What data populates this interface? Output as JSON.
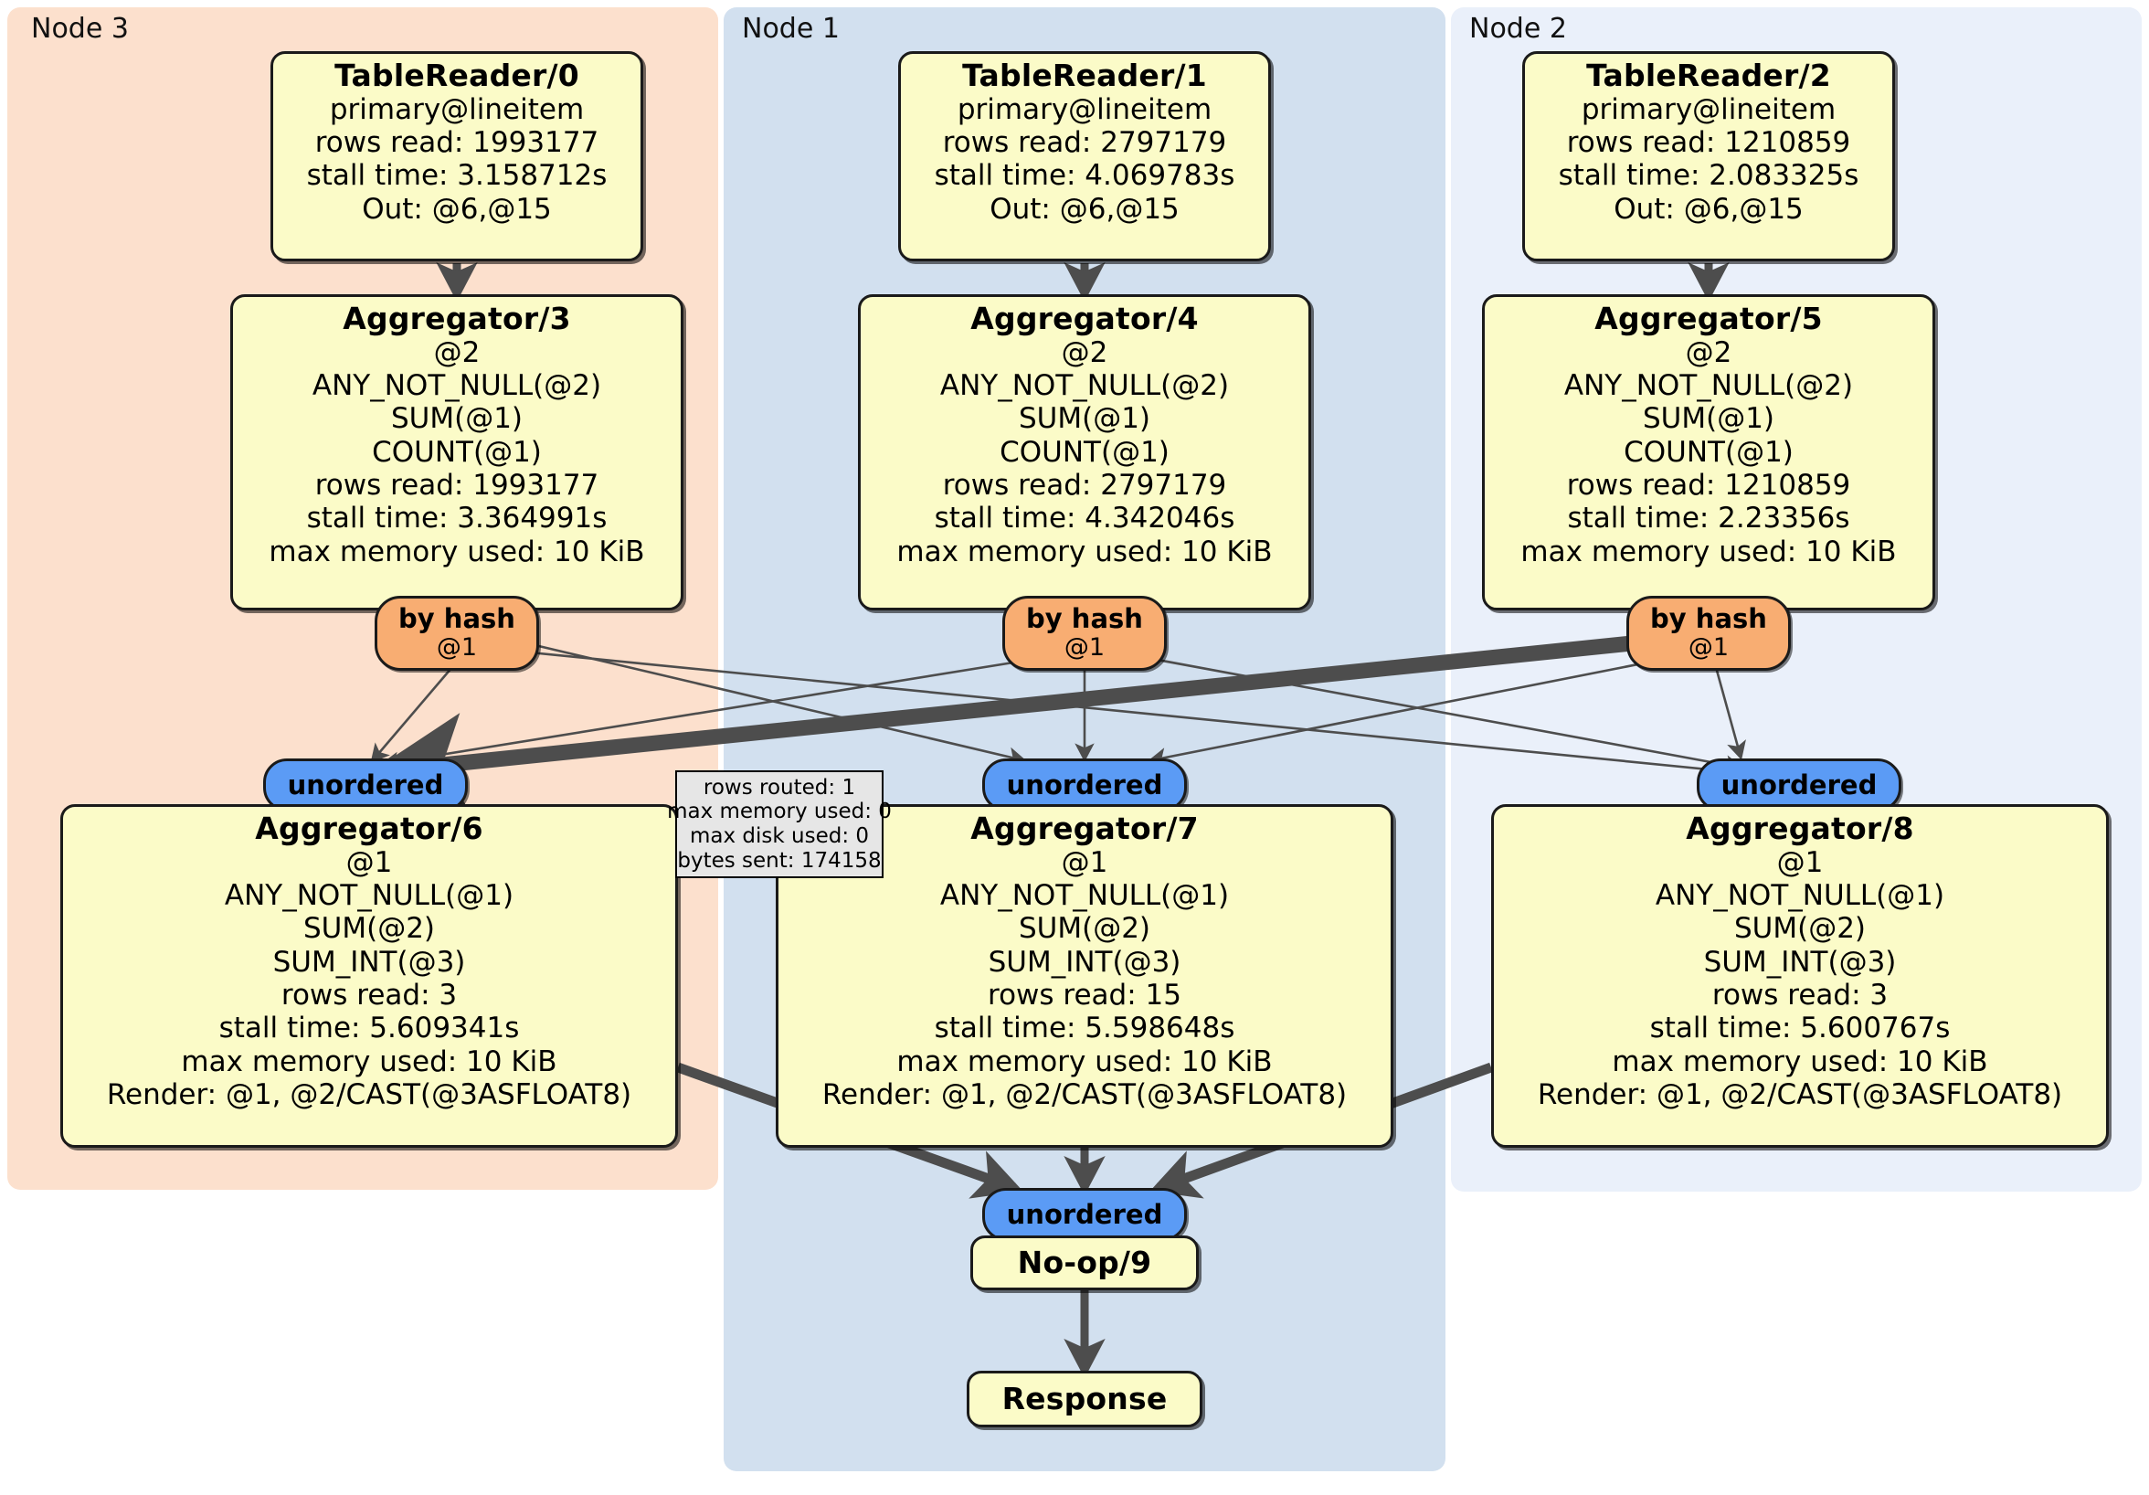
{
  "diagram": {
    "type": "query-execution-plan-graph",
    "clusters": [
      {
        "id": "node3",
        "label": "Node 3",
        "color": "#fce0cd"
      },
      {
        "id": "node1",
        "label": "Node 1",
        "color": "#d2e0ef"
      },
      {
        "id": "node2",
        "label": "Node 2",
        "color": "#eaf0fa"
      }
    ],
    "colors": {
      "processor_fill": "#fbfbc8",
      "router_fill": "#f8ad72",
      "stream_fill": "#5b9bf5",
      "tooltip_fill": "#e6e6e6",
      "edge": "#4d4d4d",
      "border": "#1a1a1a"
    },
    "nodes": {
      "tablereader0": {
        "title": "TableReader/0",
        "lines": [
          "primary@lineitem",
          "rows read: 1993177",
          "stall time: 3.158712s",
          "Out: @6,@15"
        ]
      },
      "tablereader1": {
        "title": "TableReader/1",
        "lines": [
          "primary@lineitem",
          "rows read: 2797179",
          "stall time: 4.069783s",
          "Out: @6,@15"
        ]
      },
      "tablereader2": {
        "title": "TableReader/2",
        "lines": [
          "primary@lineitem",
          "rows read: 1210859",
          "stall time: 2.083325s",
          "Out: @6,@15"
        ]
      },
      "aggregator3": {
        "title": "Aggregator/3",
        "lines": [
          "@2",
          "ANY_NOT_NULL(@2)",
          "SUM(@1)",
          "COUNT(@1)",
          "rows read: 1993177",
          "stall time: 3.364991s",
          "max memory used: 10 KiB"
        ]
      },
      "aggregator4": {
        "title": "Aggregator/4",
        "lines": [
          "@2",
          "ANY_NOT_NULL(@2)",
          "SUM(@1)",
          "COUNT(@1)",
          "rows read: 2797179",
          "stall time: 4.342046s",
          "max memory used: 10 KiB"
        ]
      },
      "aggregator5": {
        "title": "Aggregator/5",
        "lines": [
          "@2",
          "ANY_NOT_NULL(@2)",
          "SUM(@1)",
          "COUNT(@1)",
          "rows read: 1210859",
          "stall time: 2.23356s",
          "max memory used: 10 KiB"
        ]
      },
      "aggregator6": {
        "title": "Aggregator/6",
        "lines": [
          "@1",
          "ANY_NOT_NULL(@1)",
          "SUM(@2)",
          "SUM_INT(@3)",
          "rows read: 3",
          "stall time: 5.609341s",
          "max memory used: 10 KiB",
          "Render: @1, @2/CAST(@3ASFLOAT8)"
        ]
      },
      "aggregator7": {
        "title": "Aggregator/7",
        "lines": [
          "@1",
          "ANY_NOT_NULL(@1)",
          "SUM(@2)",
          "SUM_INT(@3)",
          "rows read: 15",
          "stall time: 5.598648s",
          "max memory used: 10 KiB",
          "Render: @1, @2/CAST(@3ASFLOAT8)"
        ]
      },
      "aggregator8": {
        "title": "Aggregator/8",
        "lines": [
          "@1",
          "ANY_NOT_NULL(@1)",
          "SUM(@2)",
          "SUM_INT(@3)",
          "rows read: 3",
          "stall time: 5.600767s",
          "max memory used: 10 KiB",
          "Render: @1, @2/CAST(@3ASFLOAT8)"
        ]
      },
      "noop9": {
        "title": "No-op/9",
        "lines": []
      },
      "response": {
        "title": "Response",
        "lines": []
      }
    },
    "routers": [
      {
        "id": "byhash-left",
        "label": "by hash",
        "sublabel": "@1"
      },
      {
        "id": "byhash-center",
        "label": "by hash",
        "sublabel": "@1"
      },
      {
        "id": "byhash-right",
        "label": "by hash",
        "sublabel": "@1"
      }
    ],
    "streams": [
      {
        "id": "unordered-left",
        "label": "unordered"
      },
      {
        "id": "unordered-center",
        "label": "unordered"
      },
      {
        "id": "unordered-right",
        "label": "unordered"
      },
      {
        "id": "unordered-final",
        "label": "unordered"
      }
    ],
    "tooltip": {
      "lines": [
        "rows routed: 1",
        "max memory used: 0",
        "max disk used: 0",
        "bytes sent: 174158"
      ]
    }
  }
}
